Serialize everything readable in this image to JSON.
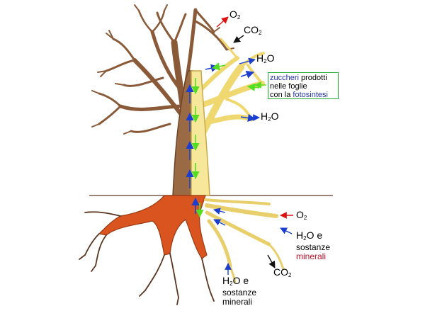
{
  "labels": {
    "o2_top": {
      "main": "O",
      "sub": "2"
    },
    "co2_top": {
      "main": "CO",
      "sub": "2"
    },
    "h2o_top": {
      "main": "H",
      "sub": "2",
      "rest": "O"
    },
    "h2o_mid": {
      "main": "H",
      "sub": "2",
      "rest": "O"
    },
    "o2_root": {
      "main": "O",
      "sub": "2"
    },
    "h2o_root_right": {
      "main": "H",
      "sub": "2",
      "rest": "O e",
      "line2": "sostanze",
      "line3": "minerali"
    },
    "co2_root": {
      "main": "CO",
      "sub": "2"
    },
    "h2o_root_bottom": {
      "main": "H",
      "sub": "2",
      "rest": "O e",
      "line2": "sostanze",
      "line3": "minerali"
    }
  },
  "note": {
    "word1": "zuccheri",
    "rest1": " prodotti",
    "line2": "nelle foglie",
    "line3_prefix": "con la ",
    "word2": "fotosintesi"
  },
  "colors": {
    "bark": "#9a6a45",
    "bark_dark": "#6e4428",
    "sap_yellow": "#f6e79a",
    "sap_outline": "#c9a84a",
    "roots_orange": "#d9541e",
    "arrow_blue": "#1a3fd0",
    "arrow_green": "#55dd22",
    "arrow_red": "#dd1111",
    "arrow_black": "#111111",
    "minerals_text": "#c0102a",
    "note_border": "#22aa33"
  }
}
